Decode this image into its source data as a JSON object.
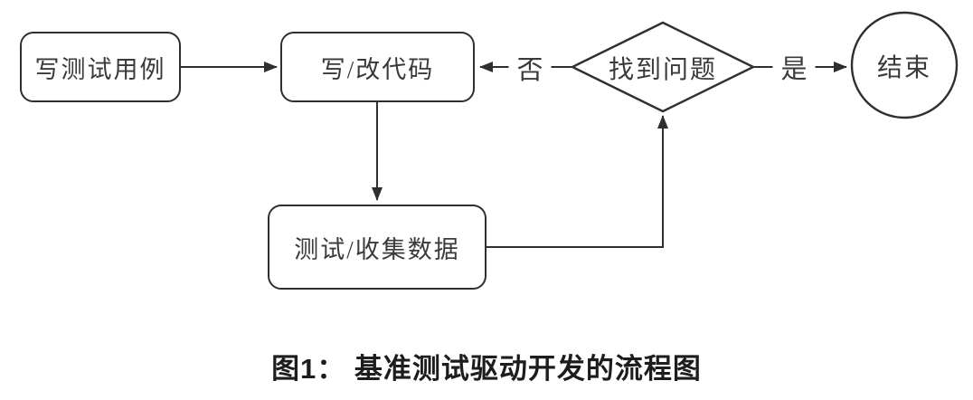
{
  "figure": {
    "caption": "图1： 基准测试驱动开发的流程图"
  },
  "flowchart": {
    "nodes": {
      "write_test_cases": {
        "label": "写测试用例",
        "shape": "rounded-rectangle"
      },
      "write_modify_code": {
        "label": "写/改代码",
        "shape": "rounded-rectangle"
      },
      "test_collect_data": {
        "label": "测试/收集数据",
        "shape": "rounded-rectangle"
      },
      "found_problem": {
        "label": "找到问题",
        "shape": "diamond"
      },
      "end": {
        "label": "结束",
        "shape": "circle"
      }
    },
    "edges": [
      {
        "from": "write_test_cases",
        "to": "write_modify_code",
        "label": ""
      },
      {
        "from": "write_modify_code",
        "to": "test_collect_data",
        "label": ""
      },
      {
        "from": "test_collect_data",
        "to": "found_problem",
        "label": ""
      },
      {
        "from": "found_problem",
        "to": "write_modify_code",
        "label": "否"
      },
      {
        "from": "found_problem",
        "to": "end",
        "label": "是"
      }
    ],
    "colors": {
      "stroke": "#2f2f2f",
      "node_text": "#3a3a3a",
      "caption_text": "#1d1d1d",
      "background": "#ffffff"
    }
  }
}
